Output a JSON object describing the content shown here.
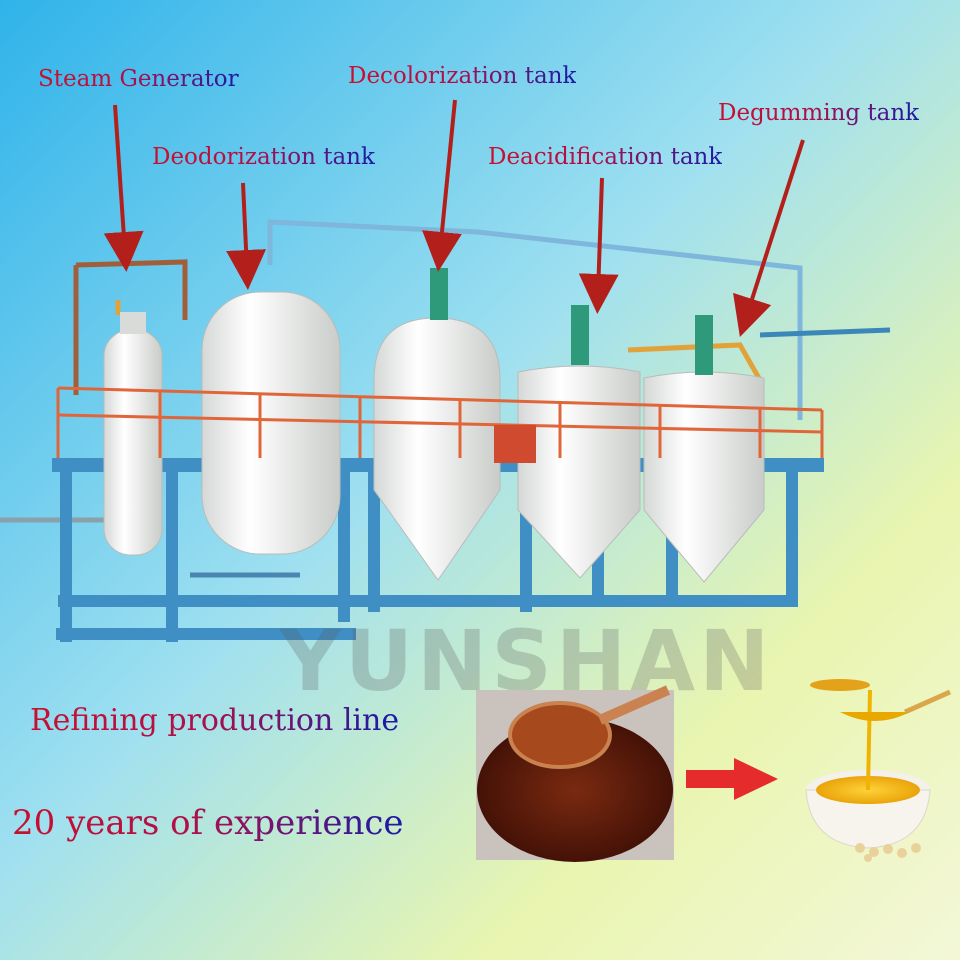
{
  "labels": {
    "steam_generator": "Steam Generator",
    "deodorization_tank": "Deodorization tank",
    "decolorization_tank": "Decolorization tank",
    "deacidification_tank": "Deacidification tank",
    "degumming_tank": "Degumming tank"
  },
  "watermark": "YUNSHAN",
  "caption": {
    "line1": "Refining production line",
    "line2": "20 years of experience"
  },
  "colors": {
    "label_red": "#c8102e",
    "label_blue": "#1a1aa8",
    "arrow": "#b3201c",
    "frame_blue": "#3f8fc4",
    "railing_orange": "#e0663a",
    "tank_white": "#f2f3f0"
  }
}
